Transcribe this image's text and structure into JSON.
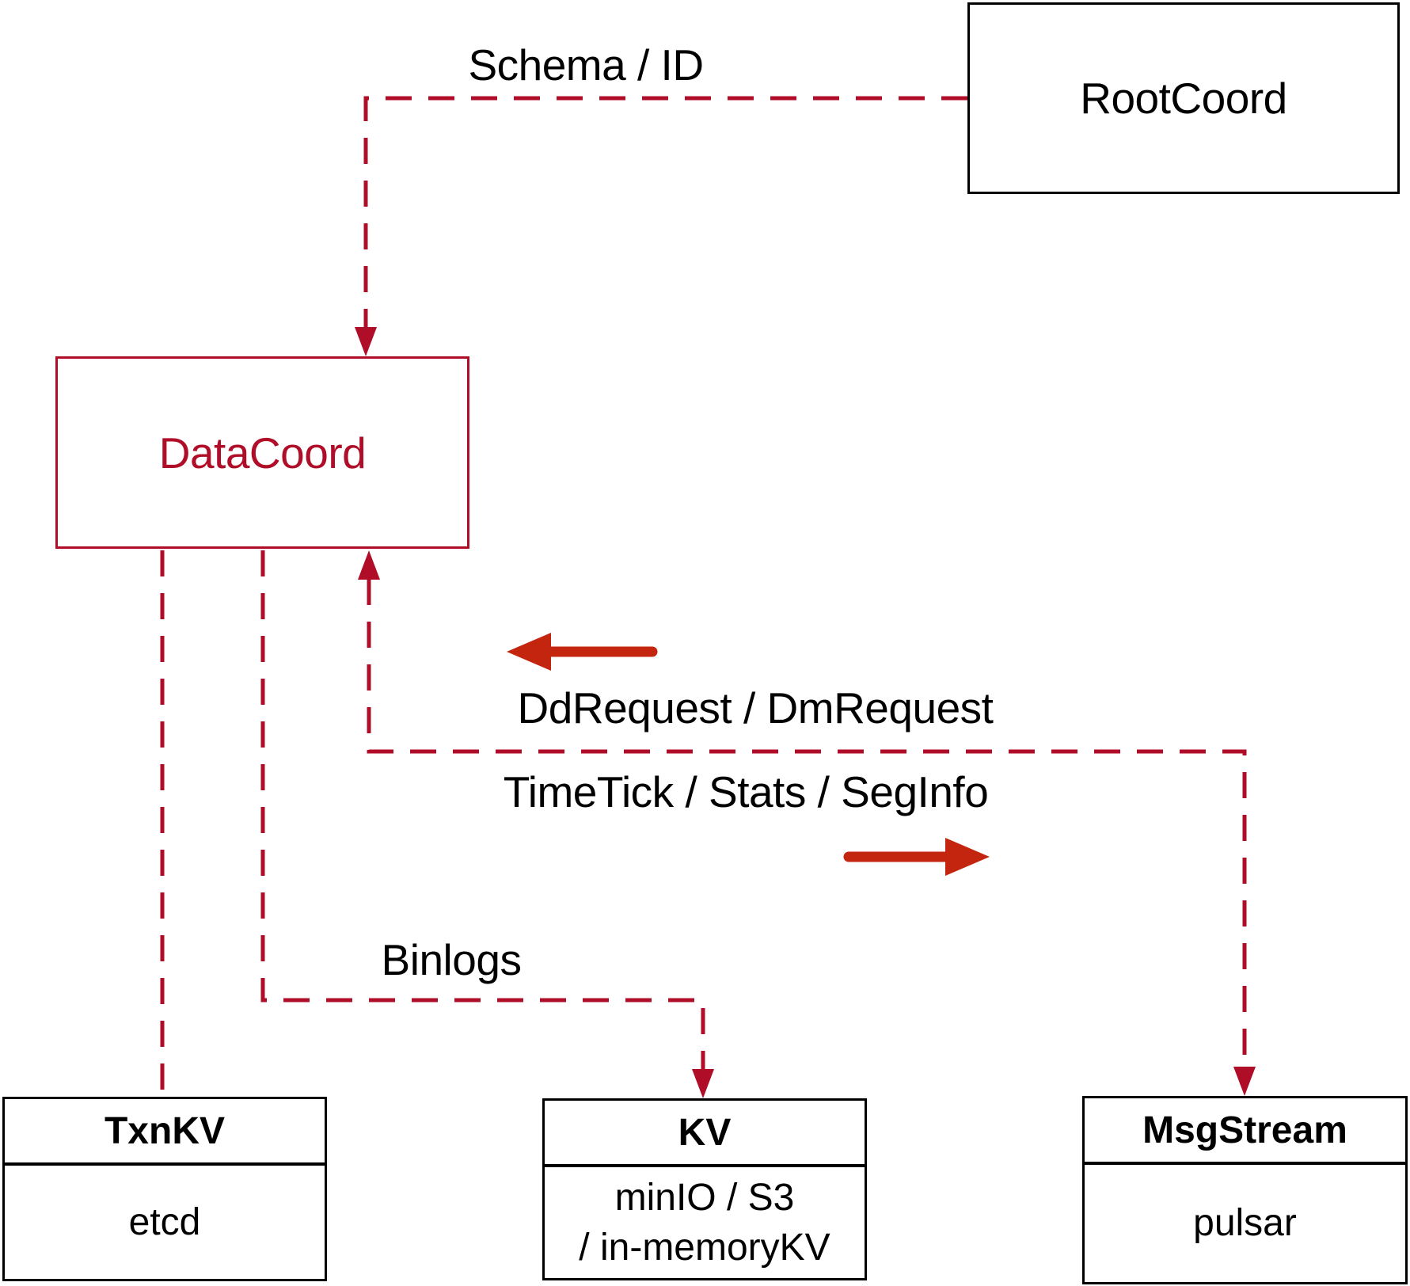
{
  "diagram": {
    "colors": {
      "dashed_line_red": "#b00d28",
      "solid_arrow_red": "#c4250e",
      "box_border_black": "#000000",
      "datacoord_red": "#b00d28",
      "background": "#ffffff"
    },
    "nodes": {
      "rootcoord": {
        "label": "RootCoord"
      },
      "datacoord": {
        "label": "DataCoord"
      },
      "txnkv": {
        "title": "TxnKV",
        "body": "etcd"
      },
      "kv": {
        "title": "KV",
        "body_lines": [
          "minIO / S3",
          "/ in-memoryKV"
        ]
      },
      "msgstream": {
        "title": "MsgStream",
        "body": "pulsar"
      }
    },
    "edges": {
      "schema_id": {
        "label": "Schema / ID"
      },
      "ddrequest": {
        "label": "DdRequest / DmRequest"
      },
      "timetick": {
        "label": "TimeTick / Stats / SegInfo"
      },
      "binlogs": {
        "label": "Binlogs"
      }
    },
    "icons": {
      "flow_left": "arrow-left",
      "flow_right": "arrow-right"
    }
  }
}
